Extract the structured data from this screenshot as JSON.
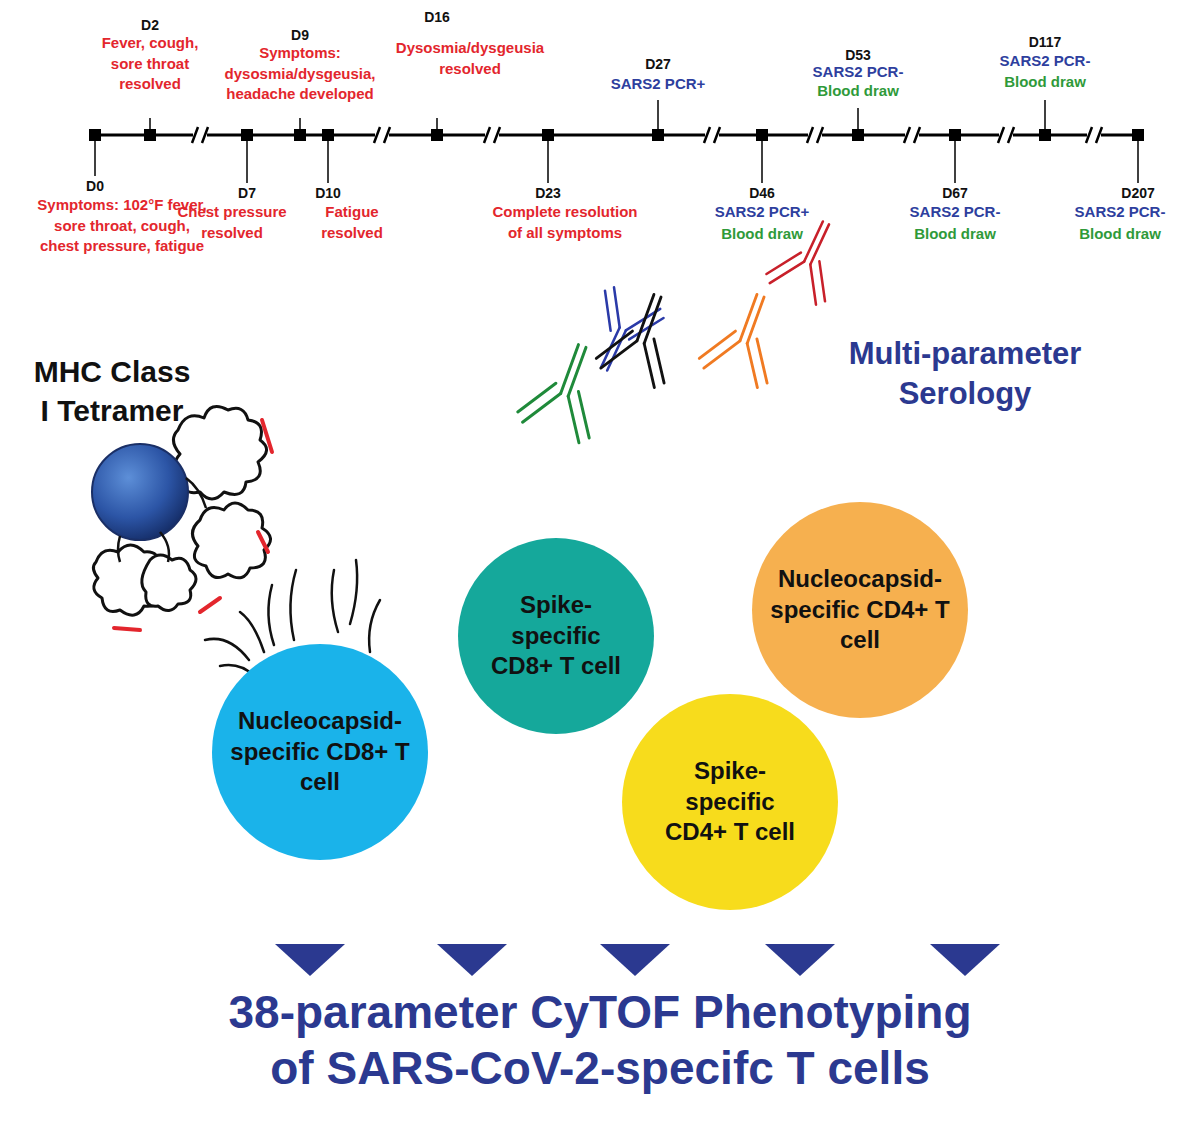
{
  "diagram": {
    "title": "38-parameter CyTOF Phenotyping of SARS-CoV-2-specifc T cells",
    "nodes": [
      {
        "text": [
          "Nucleocapsid-specific CD8+ T cell"
        ]
      },
      {
        "text": [
          "Spike-specific CD8+ T cell"
        ]
      },
      {
        "text": [
          "Nucleocapsid-specific CD4+ T cell"
        ]
      },
      {
        "text": [
          "Spike-specific CD4+ T cell"
        ]
      }
    ],
    "labels": [
      "D2",
      "Fever, cough, sore throat resolved",
      "D9",
      "Symptoms: dysosmia/dysgeusia, headache developed",
      "D16",
      "Dysosmia/dysgeusia resolved",
      "D27",
      "SARS2 PCR+",
      "D53",
      "SARS2 PCR-",
      "Blood draw",
      "D117",
      "SARS2 PCR-",
      "Blood draw",
      "D0",
      "Symptoms: 102°F fever, sore throat, cough, chest pressure, fatigue",
      "D7",
      "Chest pressure resolved",
      "D10",
      "Fatigue resolved",
      "D23",
      "Complete resolution of all symptoms",
      "D46",
      "SARS2 PCR+",
      "Blood draw",
      "D67",
      "SARS2 PCR-",
      "Blood draw",
      "D207",
      "SARS2 PCR-",
      "Blood draw",
      "MHC Class I Tetramer",
      "Multi-parameter Serology"
    ]
  }
}
